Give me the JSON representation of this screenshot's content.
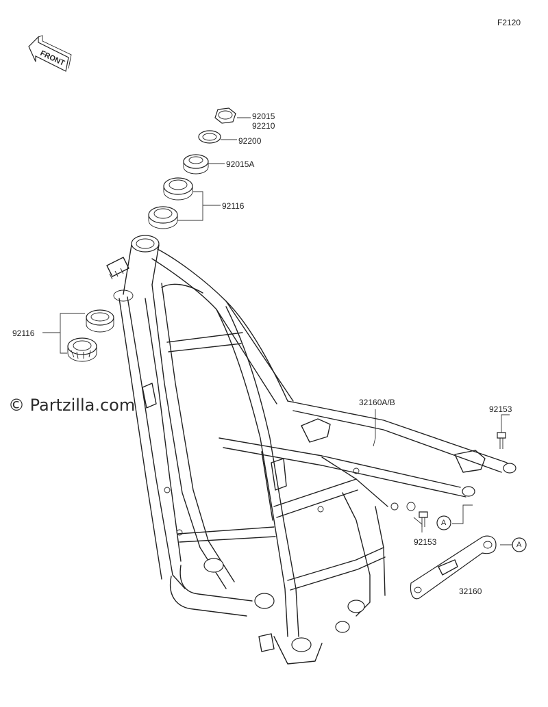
{
  "diagram_code": "F2120",
  "front_label": "FRONT",
  "watermark": "© Partzilla.com",
  "callouts": {
    "nut_code_a": "92015",
    "nut_code_b": "92210",
    "washer_code": "92200",
    "locknut_code": "92015A",
    "upper_bearing_code": "92116",
    "lower_bearing_code": "92116",
    "frame_code": "32160A/B",
    "bolt_code_upper": "92153",
    "bolt_code_lower": "92153",
    "reference_a_upper": "A",
    "reference_a_lower": "A",
    "bracket_code": "32160"
  }
}
